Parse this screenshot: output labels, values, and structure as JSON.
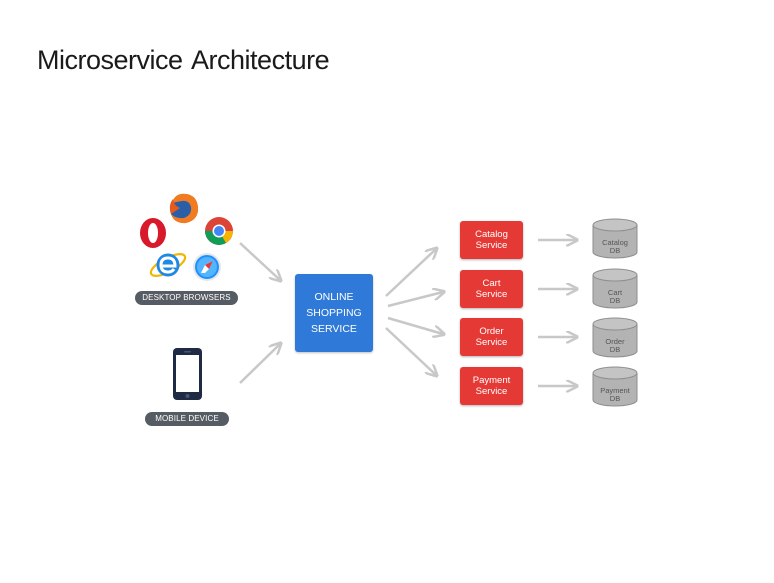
{
  "slide": {
    "title": "Microservice Architecture"
  },
  "clients": {
    "desktop_label": "DESKTOP BROWSERS",
    "mobile_label": "MOBILE DEVICE",
    "browser_icons": [
      "firefox-icon",
      "opera-icon",
      "chrome-icon",
      "internet-explorer-icon",
      "safari-icon"
    ],
    "mobile_icon": "smartphone-icon"
  },
  "gateway": {
    "lines": [
      "ONLINE",
      "SHOPPING",
      "SERVICE"
    ],
    "color": "#2f79d8"
  },
  "services": [
    {
      "line1": "Catalog",
      "line2": "Service",
      "db1": "Catalog",
      "db2": "DB"
    },
    {
      "line1": "Cart",
      "line2": "Service",
      "db1": "Cart",
      "db2": "DB"
    },
    {
      "line1": "Order",
      "line2": "Service",
      "db1": "Order",
      "db2": "DB"
    },
    {
      "line1": "Payment",
      "line2": "Service",
      "db1": "Payment",
      "db2": "DB"
    }
  ],
  "colors": {
    "service": "#e53935",
    "database": "#b3b3b3",
    "arrow": "#c8c8c8",
    "label_pill": "#565c63"
  }
}
